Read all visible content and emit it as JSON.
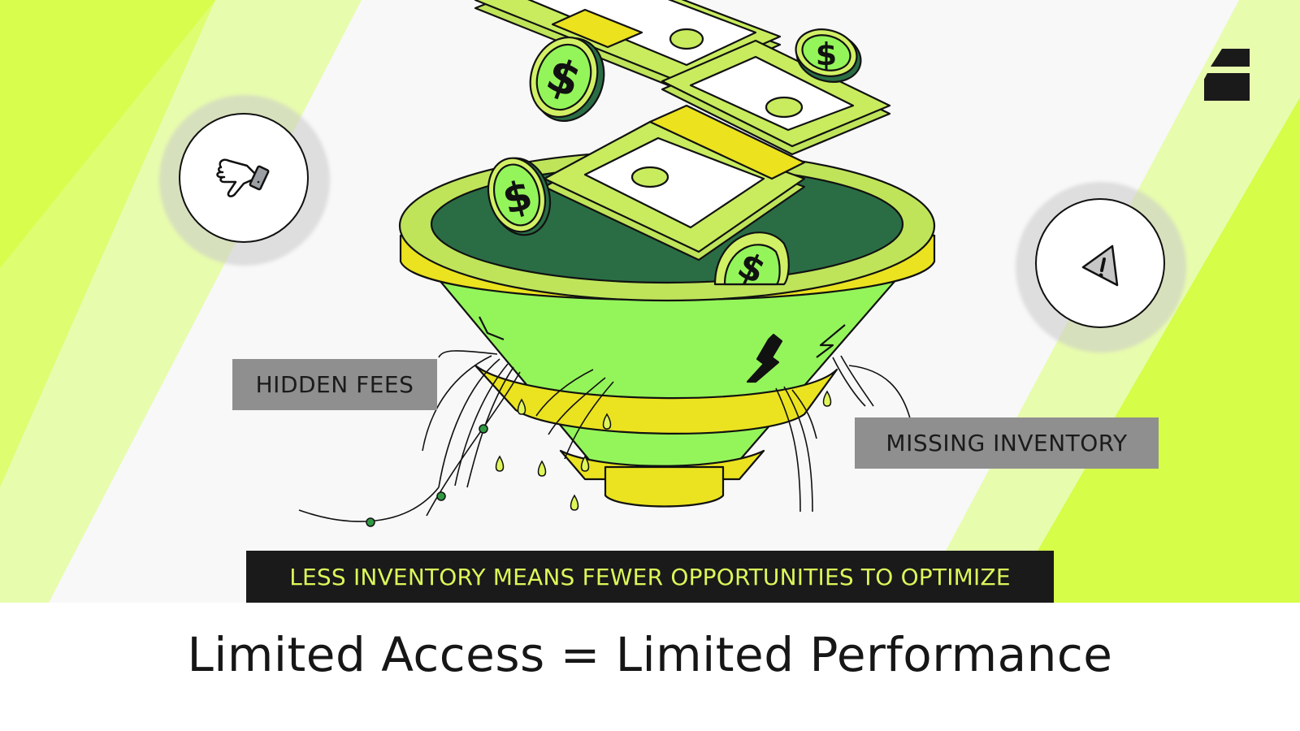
{
  "labels": {
    "hidden_fees": "HIDDEN FEES",
    "missing_inventory": "MISSING INVENTORY"
  },
  "banner": {
    "text": "LESS INVENTORY MEANS FEWER OPPORTUNITIES TO OPTIMIZE"
  },
  "title": {
    "text": "Limited Access = Limited Performance"
  },
  "icons": {
    "left_badge": "thumbs-down-icon",
    "right_badge": "warning-triangle-icon",
    "logo": "brand-logo-icon",
    "illustration": "leaking-money-funnel"
  },
  "colors": {
    "accent_lime": "#d8ff47",
    "banner_bg": "#1a1a1a",
    "banner_text": "#dcf75a",
    "label_bg": "#8f8f8f",
    "funnel_green": "#94f55a",
    "funnel_yellow": "#ebe31f",
    "funnel_dark": "#2a6d45"
  }
}
